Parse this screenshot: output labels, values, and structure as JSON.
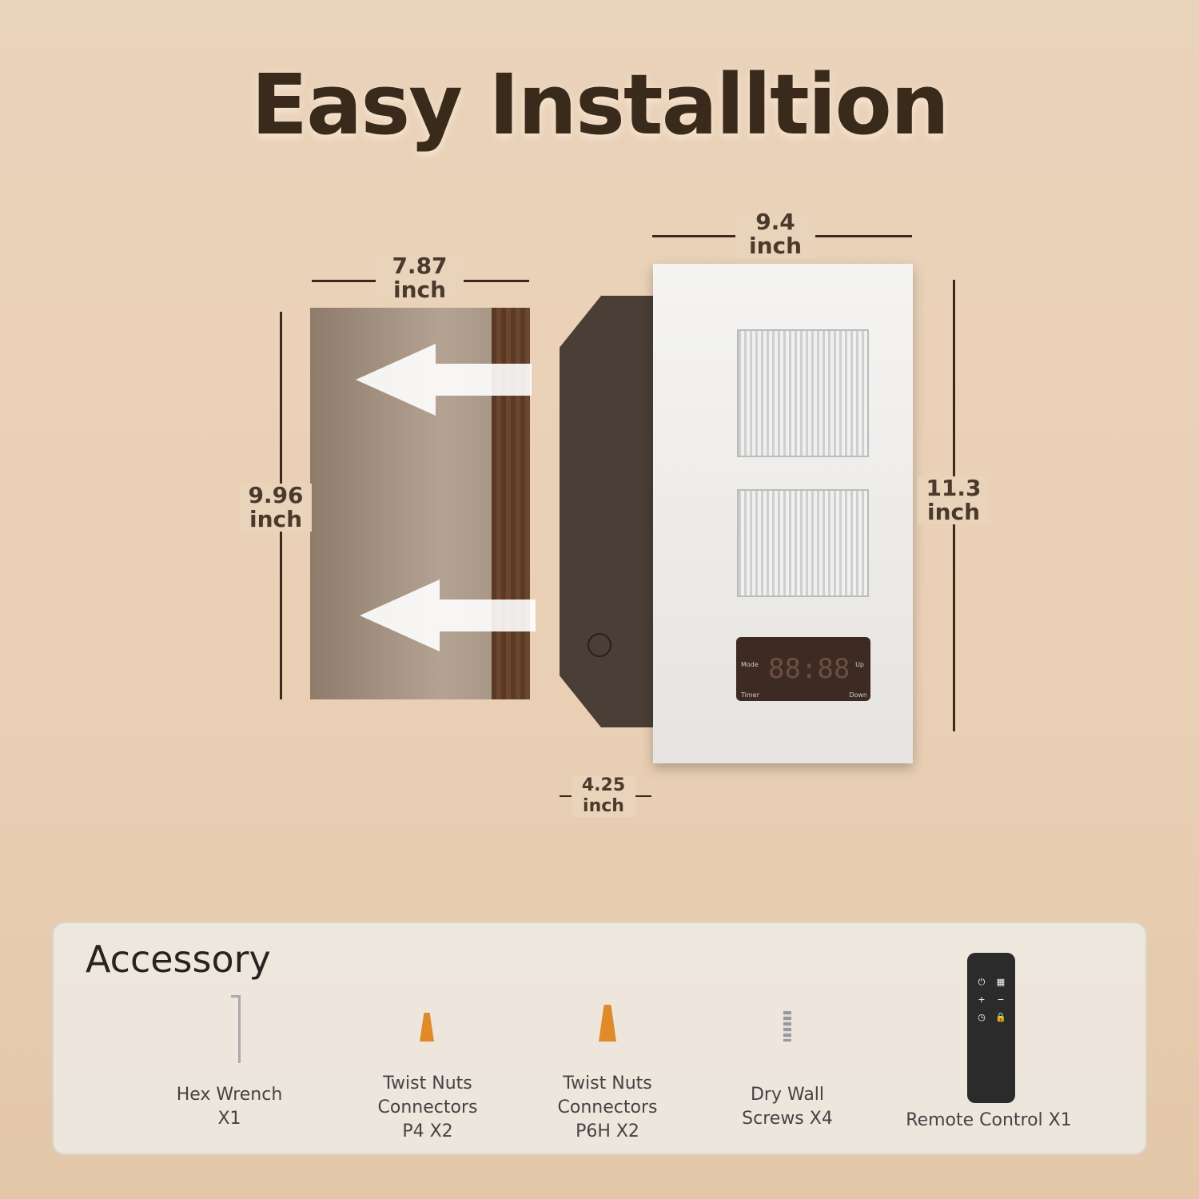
{
  "title": "Easy Installtion",
  "dimensions": {
    "hole_width": {
      "value": "7.87",
      "unit": "inch"
    },
    "hole_height": {
      "value": "9.96",
      "unit": "inch"
    },
    "panel_width": {
      "value": "9.4",
      "unit": "inch"
    },
    "panel_height": {
      "value": "11.3",
      "unit": "inch"
    },
    "depth": {
      "value": "4.25",
      "unit": "inch"
    }
  },
  "control_panel": {
    "mode": "Mode",
    "timer": "Timer",
    "up": "Up",
    "down": "Down",
    "display": "88:88"
  },
  "accessory": {
    "heading": "Accessory",
    "items": [
      {
        "label": "Hex Wrench\nX1"
      },
      {
        "label": "Twist Nuts\nConnectors\nP4 X2",
        "color": "#e08a2a"
      },
      {
        "label": "Twist Nuts\nConnectors\nP6H X2",
        "color": "#e08a2a"
      },
      {
        "label": "Dry Wall\nScrews X4"
      },
      {
        "label": "Remote Control X1"
      }
    ],
    "remote_buttons": [
      "power-icon",
      "mode-icon",
      "plus-icon",
      "minus-icon",
      "timer-icon",
      "lock-icon"
    ]
  }
}
